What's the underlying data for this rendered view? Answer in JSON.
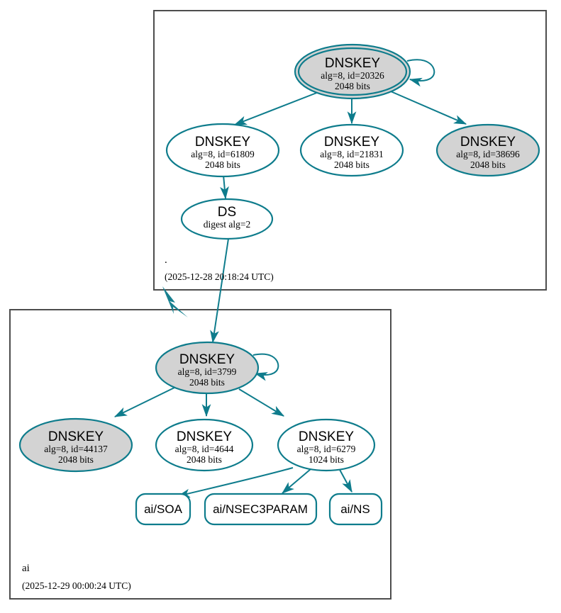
{
  "diagram": {
    "type": "dnssec-authentication-chain",
    "background_color": "#ffffff",
    "edge_color": "#0e7c8c",
    "secure_fill_color": "#d3d3d3",
    "plain_fill_color": "#ffffff",
    "zone_border_color": "#4d4d4d"
  },
  "zones": [
    {
      "id": "root",
      "label": ".",
      "timestamp": "(2025-12-28 20:18:24 UTC)"
    },
    {
      "id": "ai",
      "label": "ai",
      "timestamp": "(2025-12-29 00:00:24 UTC)"
    }
  ],
  "nodes": {
    "root_ksk": {
      "type": "DNSKEY",
      "title": "DNSKEY",
      "line2": "alg=8, id=20326",
      "line3": "2048 bits",
      "alg": 8,
      "key_id": 20326,
      "key_size": "2048 bits",
      "shape": "doubleellipse",
      "fill": "gray",
      "self_signed": true
    },
    "root_zsk_61809": {
      "type": "DNSKEY",
      "title": "DNSKEY",
      "line2": "alg=8, id=61809",
      "line3": "2048 bits",
      "alg": 8,
      "key_id": 61809,
      "key_size": "2048 bits",
      "shape": "ellipse",
      "fill": "white",
      "self_signed": false
    },
    "root_zsk_21831": {
      "type": "DNSKEY",
      "title": "DNSKEY",
      "line2": "alg=8, id=21831",
      "line3": "2048 bits",
      "alg": 8,
      "key_id": 21831,
      "key_size": "2048 bits",
      "shape": "ellipse",
      "fill": "white",
      "self_signed": false
    },
    "root_zsk_38696": {
      "type": "DNSKEY",
      "title": "DNSKEY",
      "line2": "alg=8, id=38696",
      "line3": "2048 bits",
      "alg": 8,
      "key_id": 38696,
      "key_size": "2048 bits",
      "shape": "ellipse",
      "fill": "gray",
      "self_signed": false
    },
    "ds_ai": {
      "type": "DS",
      "title": "DS",
      "line2": "digest alg=2",
      "line3": "",
      "digest_alg": 2,
      "shape": "ellipse",
      "fill": "white"
    },
    "ai_ksk_3799": {
      "type": "DNSKEY",
      "title": "DNSKEY",
      "line2": "alg=8, id=3799",
      "line3": "2048 bits",
      "alg": 8,
      "key_id": 3799,
      "key_size": "2048 bits",
      "shape": "ellipse",
      "fill": "gray",
      "self_signed": true
    },
    "ai_key_44137": {
      "type": "DNSKEY",
      "title": "DNSKEY",
      "line2": "alg=8, id=44137",
      "line3": "2048 bits",
      "alg": 8,
      "key_id": 44137,
      "key_size": "2048 bits",
      "shape": "ellipse",
      "fill": "gray",
      "self_signed": false
    },
    "ai_key_4644": {
      "type": "DNSKEY",
      "title": "DNSKEY",
      "line2": "alg=8, id=4644",
      "line3": "2048 bits",
      "alg": 8,
      "key_id": 4644,
      "key_size": "2048 bits",
      "shape": "ellipse",
      "fill": "white",
      "self_signed": false
    },
    "ai_key_6279": {
      "type": "DNSKEY",
      "title": "DNSKEY",
      "line2": "alg=8, id=6279",
      "line3": "1024 bits",
      "alg": 8,
      "key_id": 6279,
      "key_size": "1024 bits",
      "shape": "ellipse",
      "fill": "white",
      "self_signed": false
    },
    "rrset_soa": {
      "type": "RRset",
      "title": "ai/SOA",
      "shape": "roundrect",
      "fill": "white"
    },
    "rrset_nsec3param": {
      "type": "RRset",
      "title": "ai/NSEC3PARAM",
      "shape": "roundrect",
      "fill": "white"
    },
    "rrset_ns": {
      "type": "RRset",
      "title": "ai/NS",
      "shape": "roundrect",
      "fill": "white"
    }
  },
  "edges": [
    {
      "from": "root_ksk",
      "to": "root_ksk",
      "kind": "self-sign"
    },
    {
      "from": "root_ksk",
      "to": "root_zsk_61809",
      "kind": "signs"
    },
    {
      "from": "root_ksk",
      "to": "root_zsk_21831",
      "kind": "signs"
    },
    {
      "from": "root_ksk",
      "to": "root_zsk_38696",
      "kind": "signs"
    },
    {
      "from": "root_zsk_61809",
      "to": "ds_ai",
      "kind": "signs"
    },
    {
      "from": "ds_ai",
      "to": "ai_ksk_3799",
      "kind": "authenticates"
    },
    {
      "from": "root",
      "to": "ai",
      "kind": "delegation"
    },
    {
      "from": "ai_ksk_3799",
      "to": "ai_ksk_3799",
      "kind": "self-sign"
    },
    {
      "from": "ai_ksk_3799",
      "to": "ai_key_44137",
      "kind": "signs"
    },
    {
      "from": "ai_ksk_3799",
      "to": "ai_key_4644",
      "kind": "signs"
    },
    {
      "from": "ai_ksk_3799",
      "to": "ai_key_6279",
      "kind": "signs"
    },
    {
      "from": "ai_key_6279",
      "to": "rrset_soa",
      "kind": "signs"
    },
    {
      "from": "ai_key_6279",
      "to": "rrset_nsec3param",
      "kind": "signs"
    },
    {
      "from": "ai_key_6279",
      "to": "rrset_ns",
      "kind": "signs"
    }
  ]
}
